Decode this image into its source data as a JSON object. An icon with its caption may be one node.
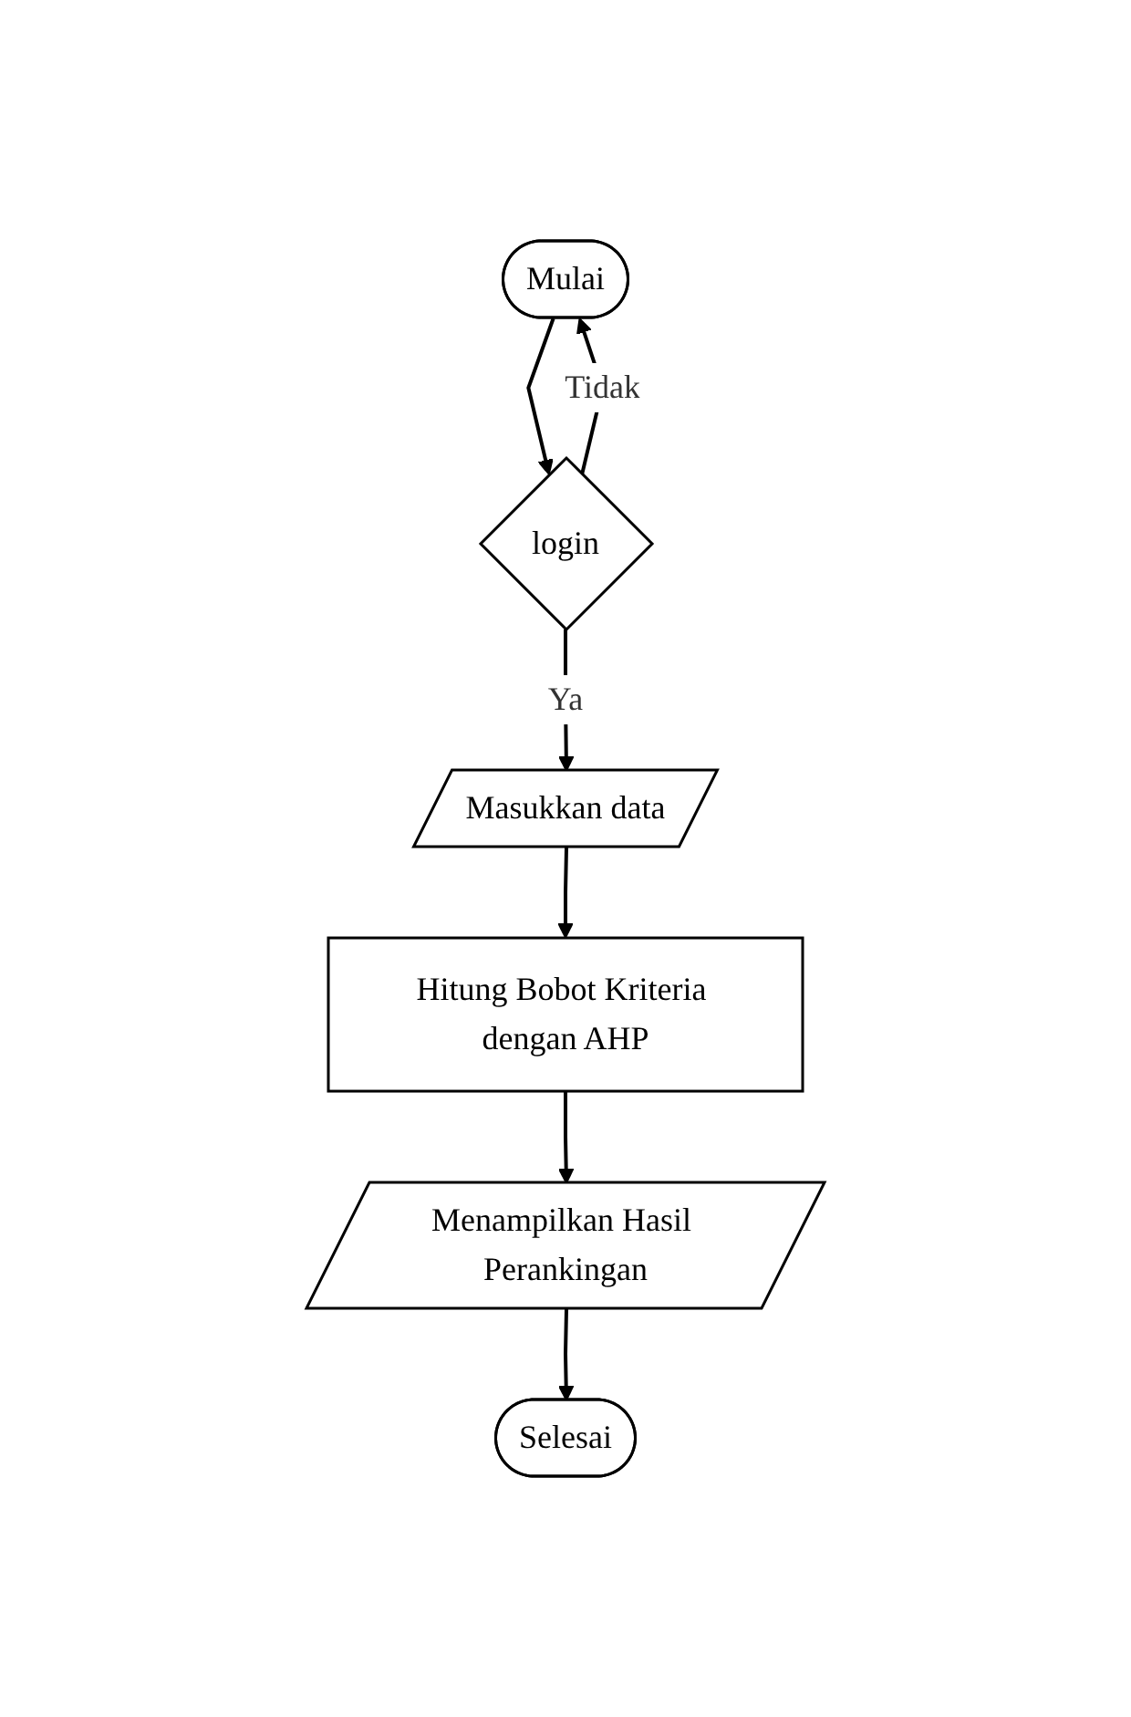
{
  "diagram": {
    "nodes": [
      {
        "text": [
          "Mulai"
        ]
      },
      {
        "text": [
          "login"
        ]
      },
      {
        "text": [
          "Masukkan data"
        ]
      },
      {
        "text": [
          "Hitung Bobot Kriteria dengan AHP"
        ]
      },
      {
        "text": [
          "Menampilkan Hasil Perankingan"
        ]
      },
      {
        "text": [
          "Selesai"
        ]
      }
    ],
    "edges": [
      {
        "from": 0,
        "to": 1,
        "arrow": "to"
      },
      {
        "from": 1,
        "to": 0,
        "arrow": "to",
        "label": "Tidak"
      },
      {
        "from": 1,
        "to": 2,
        "arrow": "to",
        "label": "Ya"
      },
      {
        "from": 2,
        "to": 3,
        "arrow": "to"
      },
      {
        "from": 3,
        "to": 4,
        "arrow": "to"
      },
      {
        "from": 4,
        "to": 5,
        "arrow": "to"
      }
    ]
  }
}
